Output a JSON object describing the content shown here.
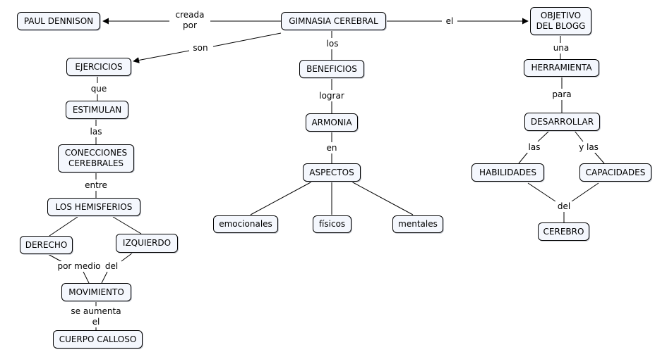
{
  "nodes": {
    "paul_dennison": "PAUL DENNISON",
    "gimnasia_cerebral": "GIMNASIA CEREBRAL",
    "objetivo_blogg": "OBJETIVO\nDEL BLOGG",
    "ejercicios": "EJERCICIOS",
    "beneficios": "BENEFICIOS",
    "herramienta": "HERRAMIENTA",
    "estimulan": "ESTIMULAN",
    "armonia": "ARMONIA",
    "desarrollar": "DESARROLLAR",
    "conecciones_cerebrales": "CONECCIONES\nCEREBRALES",
    "aspectos": "ASPECTOS",
    "habilidades": "HABILIDADES",
    "capacidades": "CAPACIDADES",
    "los_hemisferios": "LOS HEMISFERIOS",
    "emocionales": "emocionales",
    "fisicos": "físicos",
    "mentales": "mentales",
    "cerebro": "CEREBRO",
    "derecho": "DERECHO",
    "izquierdo": "IZQUIERDO",
    "movimiento": "MOVIMIENTO",
    "cuerpo_calloso": "CUERPO CALLOSO"
  },
  "links": {
    "creada_por": "creada\npor",
    "el": "el",
    "son": "son",
    "los": "los",
    "una": "una",
    "que": "que",
    "lograr": "lograr",
    "para": "para",
    "las": "las",
    "en": "en",
    "las_habilidades": "las",
    "y_las": "y las",
    "entre": "entre",
    "del_cerebro": "del",
    "por_medio": "por medio",
    "del_movimiento": "del",
    "se_aumenta_el": "se aumenta\nel"
  }
}
